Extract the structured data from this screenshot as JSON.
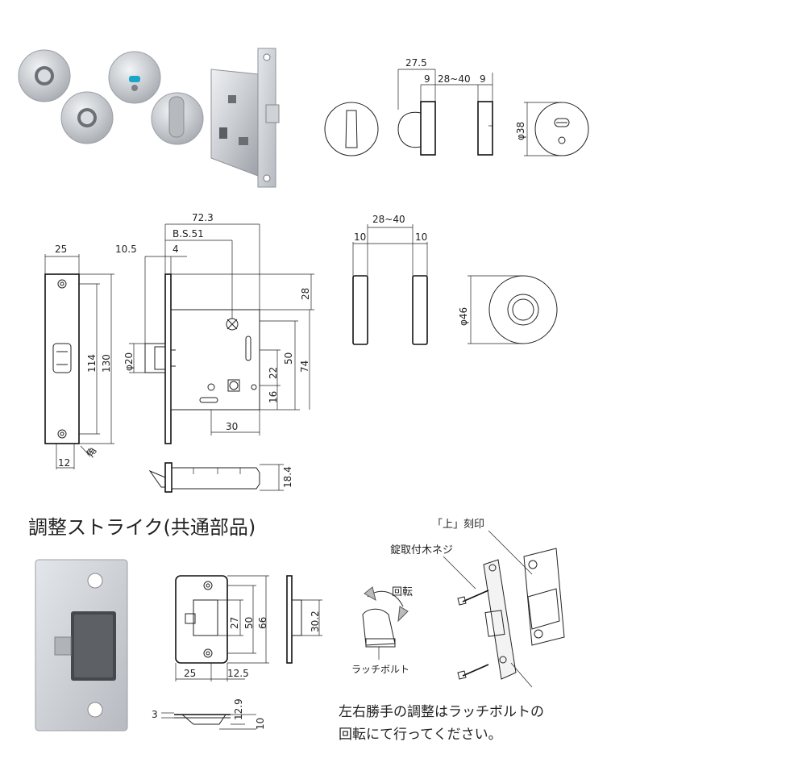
{
  "top": {
    "dims": {
      "d275": "27.5",
      "d9a": "9",
      "d2840": "28~40",
      "d9b": "9",
      "phi38": "φ38"
    }
  },
  "lock": {
    "dims": {
      "d723": "72.3",
      "bs51": "B.S.51",
      "d25": "25",
      "d105": "10.5",
      "d4": "4",
      "d28": "28",
      "d114": "114",
      "d130": "130",
      "phi20": "φ20",
      "d50": "50",
      "d74": "74",
      "d22": "22",
      "d16": "16",
      "d30": "30",
      "d12": "12",
      "kado": "角",
      "d184": "18.4"
    }
  },
  "rose": {
    "dims": {
      "d2840": "28~40",
      "d10a": "10",
      "d10b": "10",
      "phi46": "φ46"
    }
  },
  "strike": {
    "heading": "調整ストライク(共通部品)",
    "dims": {
      "d25": "25",
      "d125": "12.5",
      "d27": "27",
      "d50": "50",
      "d66": "66",
      "d302": "30.2",
      "d3": "3",
      "d129": "12.9",
      "d10": "10"
    }
  },
  "adjust": {
    "ue_label": "「上」刻印",
    "screw_label": "錠取付木ネジ",
    "rotate_label": "回転",
    "latch_label": "ラッチボルト",
    "note_line1": "左右勝手の調整はラッチボルトの",
    "note_line2": "回転にて行ってください。"
  }
}
